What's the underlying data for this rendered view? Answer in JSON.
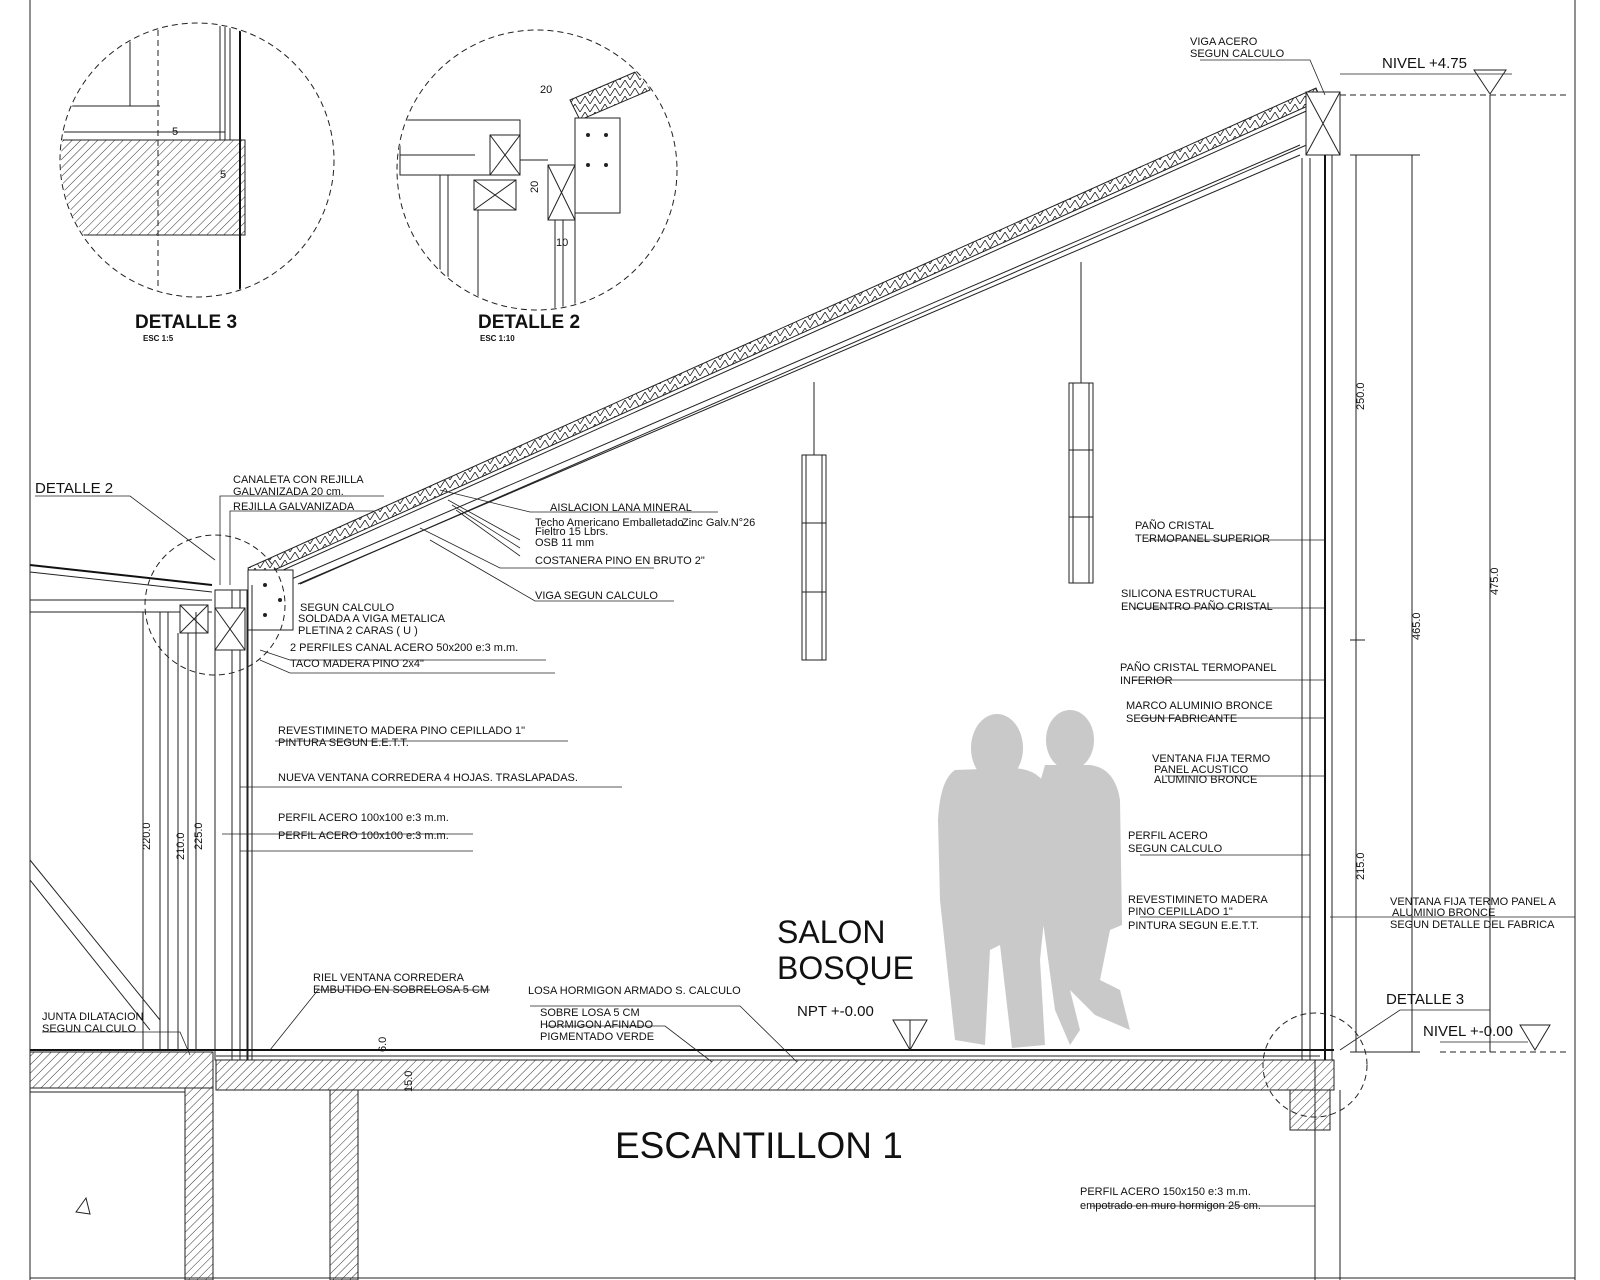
{
  "drawing": {
    "title": "ESCANTILLON 1",
    "room_name_line1": "SALON",
    "room_name_line2": "BOSQUE",
    "npt": "NPT +-0.00"
  },
  "details": {
    "detalle3": {
      "title": "DETALLE 3",
      "scale": "ESC 1:5",
      "dim_a": "5",
      "dim_b": "5"
    },
    "detalle2": {
      "title": "DETALLE 2",
      "scale": "ESC 1:10",
      "dim_a": "20",
      "dim_b": "20",
      "dim_c": "10"
    },
    "callout_detalle2": "DETALLE 2",
    "callout_detalle3": "DETALLE 3"
  },
  "levels": {
    "top": "NIVEL +4.75",
    "bottom": "NIVEL +-0.00"
  },
  "dimensions": {
    "d250": "250.0",
    "d465": "465.0",
    "d475": "475.0",
    "d215": "215.0",
    "d220": "220.0",
    "d210": "210.0",
    "d225": "225.0",
    "d6": "6.0",
    "d15": "15.0"
  },
  "labels_left": {
    "canaleta1": "CANALETA CON REJILLA",
    "canaleta2": "GALVANIZADA 20 cm.",
    "rejilla": "REJILLA GALVANIZADA",
    "aislacion": "AISLACION LANA MINERAL",
    "techo": "Techo Americano Emballetado",
    "zinc": "Zinc Galv.N°26",
    "fieltro": "Fieltro 15 Lbrs.",
    "osb": "OSB 11 mm",
    "costanera": "COSTANERA PINO EN BRUTO 2\"",
    "viga": "VIGA SEGUN CALCULO",
    "segun1": "SEGUN CALCULO",
    "segun2": "SOLDADA A VIGA METALICA",
    "segun3": "PLETINA 2 CARAS  ( U )",
    "perfiles": "2 PERFILES  CANAL  ACERO 50x200 e:3 m.m.",
    "taco": "TACO MADERA PINO  2x4\"",
    "revest1": "REVESTIMINETO  MADERA PINO CEPILLADO 1\"",
    "revest2": "PINTURA SEGUN E.E.T.T.",
    "ventana": "NUEVA VENTANA CORREDERA 4 HOJAS. TRASLAPADAS.",
    "perfil1": "PERFIL ACERO 100x100 e:3 m.m.",
    "perfil2": "PERFIL ACERO 100x100 e:3 m.m.",
    "riel1": "RIEL VENTANA CORREDERA",
    "riel2": "EMBUTIDO EN SOBRELOSA 5 CM",
    "losa": "LOSA HORMIGON ARMADO S. CALCULO",
    "sobre1": "SOBRE LOSA 5 CM",
    "sobre2": "HORMIGON AFINADO",
    "sobre3": "PIGMENTADO VERDE",
    "junta1": "JUNTA DILATACION",
    "junta2": "SEGUN CALCULO"
  },
  "labels_right": {
    "vigaacero1": "VIGA ACERO",
    "vigaacero2": "SEGUN CALCULO",
    "pano1": "PAÑO CRISTAL",
    "pano2": "TERMOPANEL  SUPERIOR",
    "sili1": "SILICONA ESTRUCTURAL",
    "sili2": "ENCUENTRO PAÑO CRISTAL",
    "inf1": "PAÑO CRISTAL TERMOPANEL",
    "inf2": "INFERIOR",
    "marco1": "MARCO ALUMINIO BRONCE",
    "marco2": "SEGUN FABRICANTE",
    "vfija1": "VENTANA FIJA TERMO",
    "vfija2": "PANEL ACUSTICO",
    "vfija3": "ALUMINIO BRONCE",
    "pacero1": "PERFIL ACERO",
    "pacero2": "SEGUN CALCULO",
    "rev1": "REVESTIMINETO  MADERA",
    "rev2": "PINO CEPILLADO 1\"",
    "rev3": "PINTURA SEGUN E.E.T.T.",
    "vext1": "VENTANA FIJA TERMO PANEL A",
    "vext2": "ALUMINIO BRONCE",
    "vext3": "SEGUN DETALLE DEL FABRICA",
    "p150a": "PERFIL ACERO 150x150 e:3 m.m.",
    "p150b": "empotrado en muro hormigon 25 cm."
  }
}
